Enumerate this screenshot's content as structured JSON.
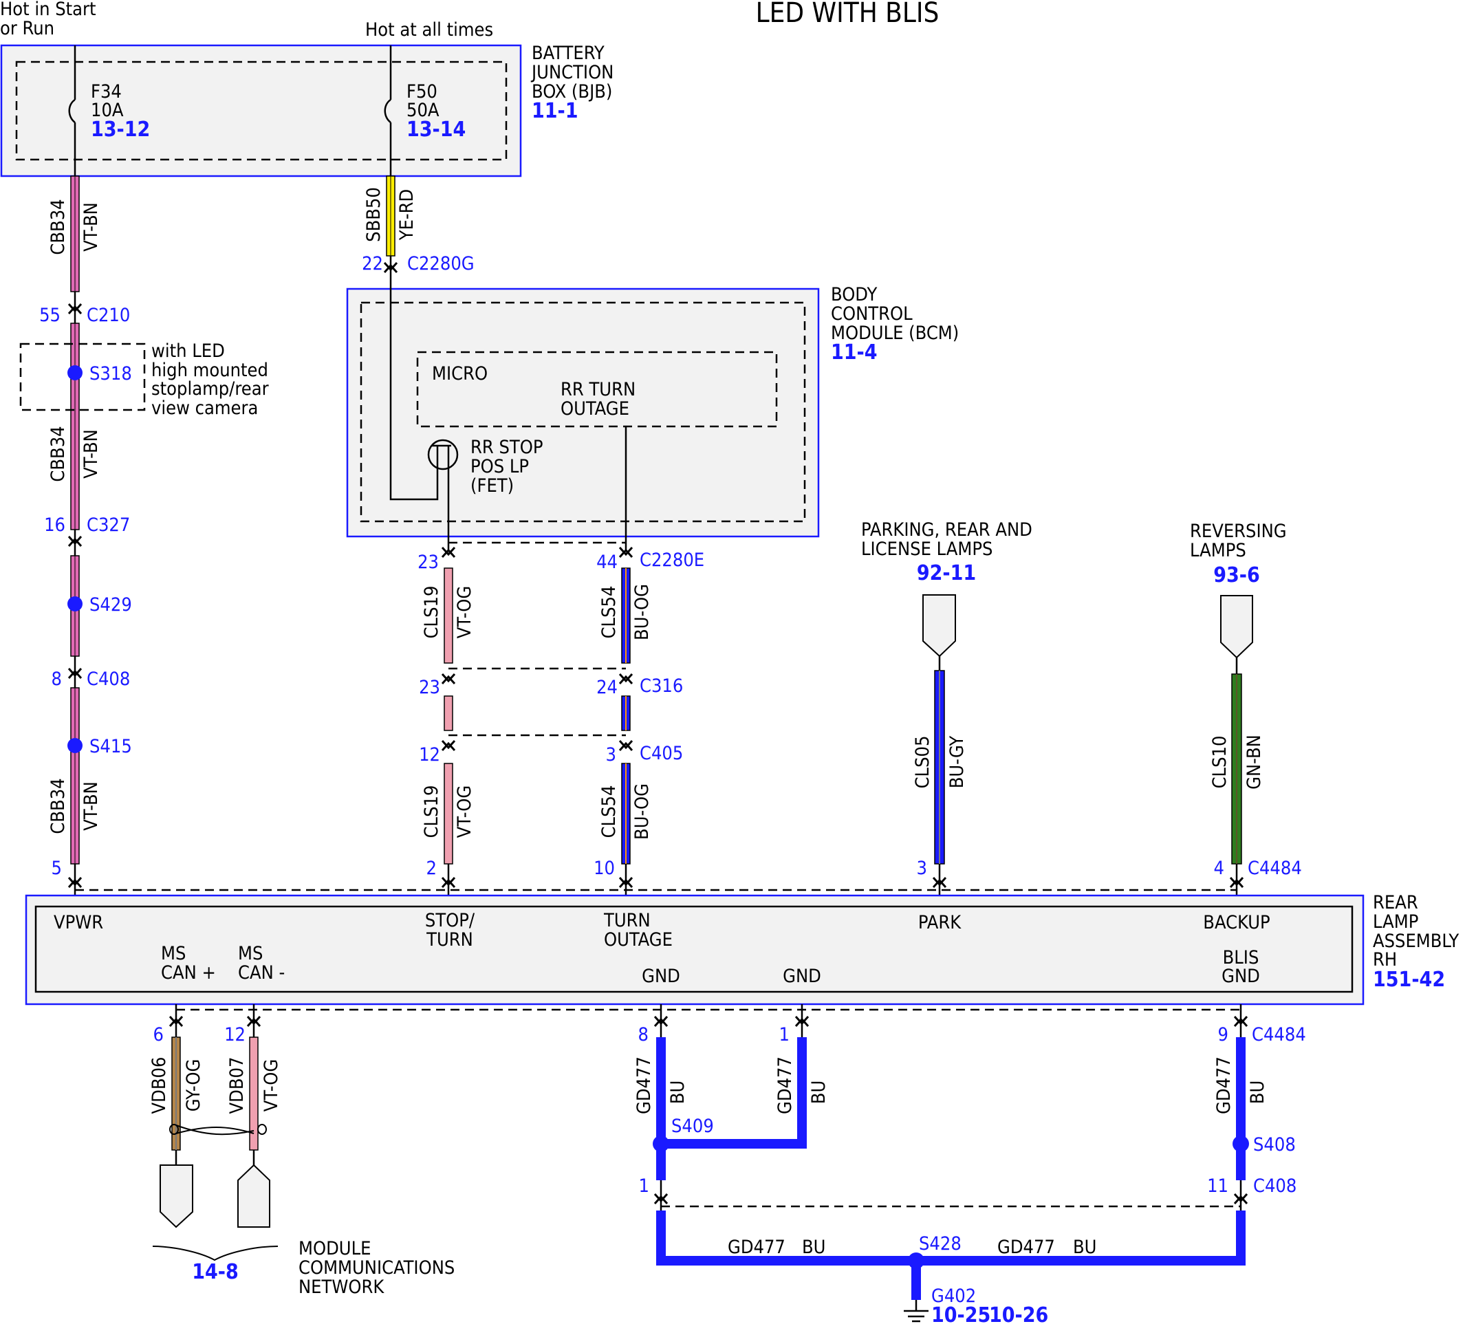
{
  "title": "LED WITH BLIS",
  "colors": {
    "connector_blue": "#1a1aff",
    "VT-BN": "#e06ab4",
    "VT-OG": "#f0a0b0",
    "BU-OG": "#1a1aff",
    "YE-RD": "#ffee00",
    "BU-GY": "#1a1aff",
    "GN-BN": "#2e7d1e",
    "GY-OG": "#b5864a",
    "BU": "#1a1aff",
    "box_fill": "#f2f2f2"
  },
  "power": {
    "hot_start_run": [
      "Hot in Start",
      "or Run"
    ],
    "hot_all_times": "Hot at all times"
  },
  "bjb": {
    "name": [
      "BATTERY",
      "JUNCTION",
      "BOX (BJB)"
    ],
    "ref": "11-1",
    "fuses": [
      {
        "id": "F34",
        "rating": "10A",
        "ref": "13-12"
      },
      {
        "id": "F50",
        "rating": "50A",
        "ref": "13-14"
      }
    ]
  },
  "bcm": {
    "name": [
      "BODY",
      "CONTROL",
      "MODULE (BCM)"
    ],
    "ref": "11-4",
    "micro": "MICRO",
    "turn_outage": [
      "RR TURN",
      "OUTAGE"
    ],
    "fet": [
      "RR STOP",
      "POS LP",
      "(FET)"
    ]
  },
  "wires": {
    "cbb34": {
      "circuit": "CBB34",
      "color": "VT-BN"
    },
    "sbb50": {
      "circuit": "SBB50",
      "color": "YE-RD"
    },
    "cls19": {
      "circuit": "CLS19",
      "color": "VT-OG"
    },
    "cls54": {
      "circuit": "CLS54",
      "color": "BU-OG"
    },
    "cls05": {
      "circuit": "CLS05",
      "color": "BU-GY"
    },
    "cls10": {
      "circuit": "CLS10",
      "color": "GN-BN"
    },
    "vdb06": {
      "circuit": "VDB06",
      "color": "GY-OG"
    },
    "vdb07": {
      "circuit": "VDB07",
      "color": "VT-OG"
    },
    "gd477": {
      "circuit": "GD477",
      "color": "BU"
    }
  },
  "connectors": {
    "c2280g": {
      "pin": "22",
      "name": "C2280G"
    },
    "c210": {
      "pin": "55",
      "name": "C210"
    },
    "c327": {
      "pin": "16",
      "name": "C327"
    },
    "c408_vpwr": {
      "pin": "8",
      "name": "C408"
    },
    "c2280e_stop": {
      "pin": "23"
    },
    "c2280e_turn": {
      "pin": "44",
      "name": "C2280E"
    },
    "c316_stop": {
      "pin": "23"
    },
    "c316_turn": {
      "pin": "24",
      "name": "C316"
    },
    "c405_stop": {
      "pin": "12"
    },
    "c405_turn": {
      "pin": "3",
      "name": "C405"
    },
    "c4484_vpwr": {
      "pin": "5"
    },
    "c4484_stop": {
      "pin": "2"
    },
    "c4484_turn": {
      "pin": "10"
    },
    "c4484_park": {
      "pin": "3"
    },
    "c4484_backup": {
      "pin": "4",
      "name": "C4484"
    },
    "c4484_mscanp": {
      "pin": "6"
    },
    "c4484_mscann": {
      "pin": "12"
    },
    "c4484_gnd1": {
      "pin": "8"
    },
    "c4484_gnd2": {
      "pin": "1"
    },
    "c4484_blisgnd": {
      "pin": "9",
      "name": "C4484"
    },
    "c408_gnd_left": {
      "pin": "1"
    },
    "c408_gnd_right": {
      "pin": "11",
      "name": "C408"
    }
  },
  "splices": {
    "s318": "S318",
    "s429": "S429",
    "s415": "S415",
    "s409": "S409",
    "s408": "S408",
    "s428": "S428"
  },
  "option_note": [
    "with LED",
    "high mounted",
    "stoplamp/rear",
    "view camera"
  ],
  "parking": {
    "label": [
      "PARKING, REAR AND",
      "LICENSE LAMPS"
    ],
    "ref": "92-11"
  },
  "reversing": {
    "label": [
      "REVERSING",
      "LAMPS"
    ],
    "ref": "93-6"
  },
  "rear_lamp": {
    "name": [
      "REAR",
      "LAMP",
      "ASSEMBLY",
      "RH"
    ],
    "ref": "151-42",
    "pins": {
      "vpwr": "VPWR",
      "stop_turn": [
        "STOP/",
        "TURN"
      ],
      "turn_outage": [
        "TURN",
        "OUTAGE"
      ],
      "park": "PARK",
      "backup": "BACKUP",
      "ms_can_plus": [
        "MS",
        "CAN +"
      ],
      "ms_can_minus": [
        "MS",
        "CAN -"
      ],
      "gnd1": "GND",
      "gnd2": "GND",
      "blis_gnd": [
        "BLIS",
        "GND"
      ]
    }
  },
  "network": {
    "label": [
      "MODULE",
      "COMMUNICATIONS",
      "NETWORK"
    ],
    "ref": "14-8"
  },
  "ground": {
    "name": "G402",
    "refs": [
      "10-25",
      "10-26"
    ]
  }
}
